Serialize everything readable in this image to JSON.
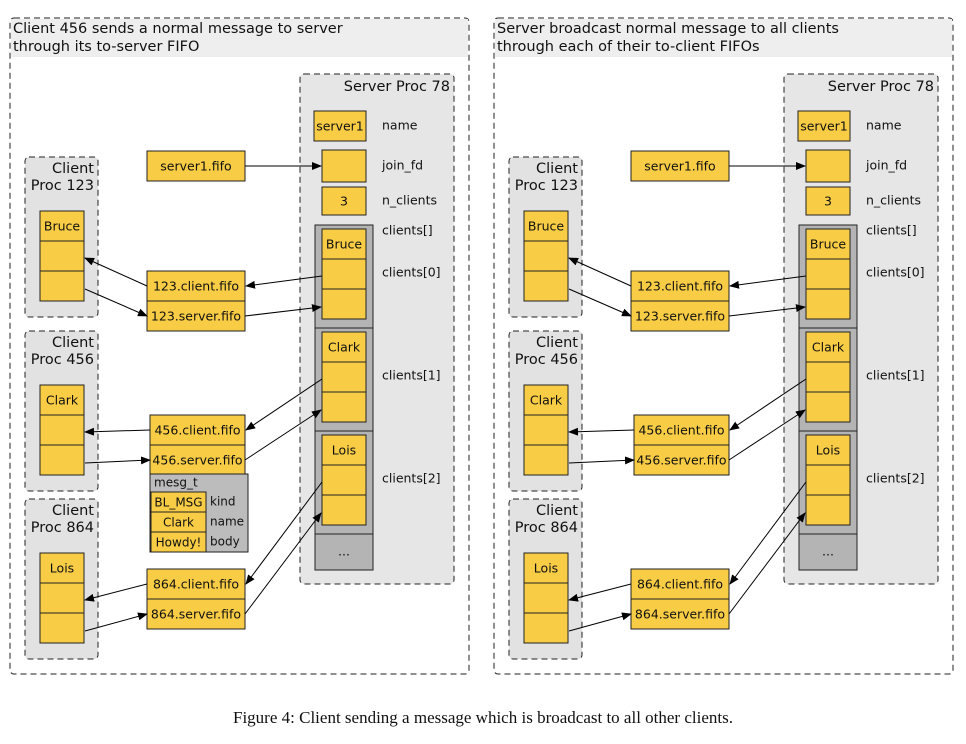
{
  "colors": {
    "cell": "#f8cc45",
    "server_bg": "#e6e6e6",
    "client_bg": "#e2e2e2",
    "slot_bg": "#b4b4b4",
    "mesg_bg": "#bcbcbc",
    "panel_bg": "#ffffff",
    "panel_title_bg": "#eeeeee"
  },
  "panels": [
    {
      "title_line1": "Client 456 sends a normal message to server",
      "title_line2": "through its to-server FIFO"
    },
    {
      "title_line1": "Server broadcast normal message to all clients",
      "title_line2": "through each of their to-client FIFOs"
    }
  ],
  "server": {
    "title": "Server Proc 78",
    "name_value": "server1",
    "name_label": "name",
    "join_label": "join_fd",
    "n_clients_value": "3",
    "n_clients_label": "n_clients",
    "clients_label": "clients[]",
    "slot_labels": [
      "clients[0]",
      "clients[1]",
      "clients[2]"
    ],
    "slot_names": [
      "Bruce",
      "Clark",
      "Lois"
    ],
    "more": "..."
  },
  "join_fifo": "server1.fifo",
  "clients": [
    {
      "line1": "Client",
      "line2": "Proc 123",
      "name": "Bruce",
      "client_fifo": "123.client.fifo",
      "server_fifo": "123.server.fifo"
    },
    {
      "line1": "Client",
      "line2": "Proc 456",
      "name": "Clark",
      "client_fifo": "456.client.fifo",
      "server_fifo": "456.server.fifo"
    },
    {
      "line1": "Client",
      "line2": "Proc 864",
      "name": "Lois",
      "client_fifo": "864.client.fifo",
      "server_fifo": "864.server.fifo"
    }
  ],
  "mesg": {
    "header": "mesg_t",
    "kind_value": "BL_MSG",
    "kind_label": "kind",
    "name_value": "Clark",
    "name_label": "name",
    "body_value": "Howdy!",
    "body_label": "body"
  },
  "caption": "Figure 4: Client sending a message which is broadcast to all other clients."
}
